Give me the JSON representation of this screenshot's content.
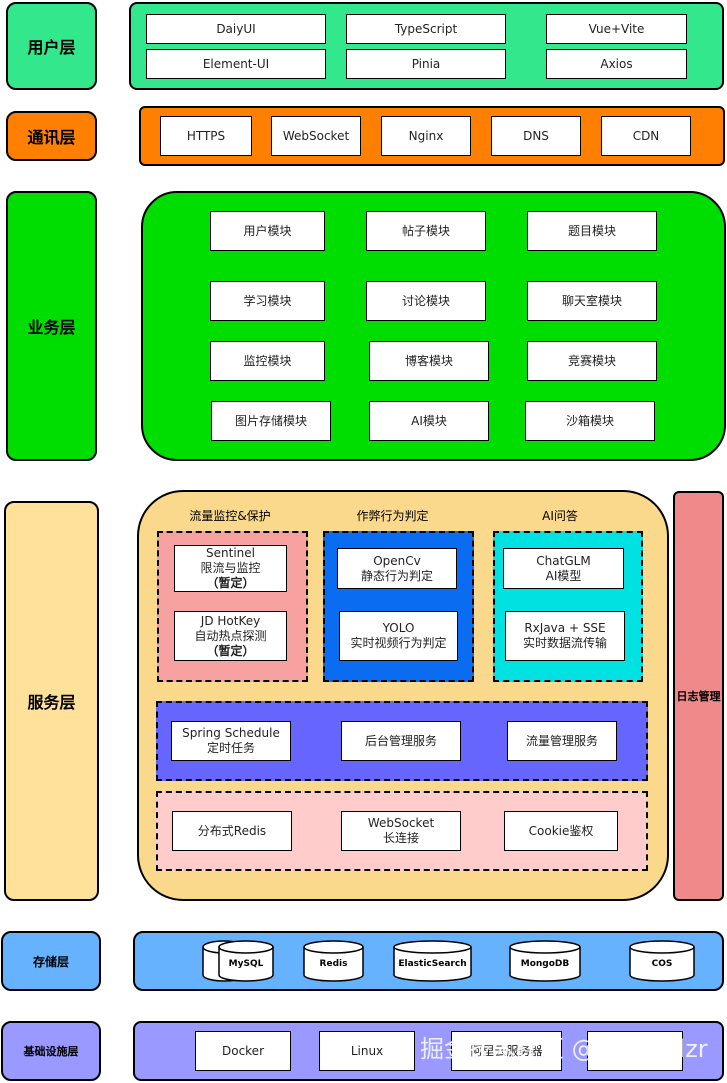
{
  "layers": {
    "user": {
      "label": "用户层",
      "items": [
        "DaiyUI",
        "TypeScript",
        "Vue+Vite",
        "Element-UI",
        "Pinia",
        "Axios"
      ]
    },
    "comm": {
      "label": "通讯层",
      "items": [
        "HTTPS",
        "WebSocket",
        "Nginx",
        "DNS",
        "CDN"
      ]
    },
    "business": {
      "label": "业务层",
      "items": [
        "用户模块",
        "帖子模块",
        "题目模块",
        "学习模块",
        "讨论模块",
        "聊天室模块",
        "监控模块",
        "博客模块",
        "竞赛模块",
        "图片存储模块",
        "AI模块",
        "沙箱模块"
      ]
    },
    "service": {
      "label": "服务层",
      "side_label": "日志管理",
      "groups": {
        "traffic": {
          "title": "流量监控&保护",
          "items": [
            [
              "Sentinel",
              "限流与监控",
              "（暂定）"
            ],
            [
              "JD HotKey",
              "自动热点探测",
              "（暂定）"
            ]
          ]
        },
        "cheat": {
          "title": "作弊行为判定",
          "items": [
            [
              "OpenCv",
              "静态行为判定"
            ],
            [
              "YOLO",
              "实时视频行为判定"
            ]
          ]
        },
        "ai": {
          "title": "AI问答",
          "items": [
            [
              "ChatGLM",
              "AI模型"
            ],
            [
              "RxJava + SSE",
              "实时数据流传输"
            ]
          ]
        }
      },
      "row1": [
        [
          "Spring Schedule",
          "定时任务"
        ],
        [
          "后台管理服务"
        ],
        [
          "流量管理服务"
        ]
      ],
      "row2": [
        [
          "分布式Redis"
        ],
        [
          "WebSocket",
          "长连接"
        ],
        [
          "Cookie鉴权"
        ]
      ]
    },
    "storage": {
      "label": "存储层",
      "items": [
        "MySQL",
        "Redis",
        "ElasticSearch",
        "MongoDB",
        "COS"
      ]
    },
    "infra": {
      "label": "基础设施层",
      "items": [
        "Docker",
        "Linux",
        "阿里云服务器"
      ]
    }
  },
  "watermark": "掘金技术社区 @ mogullzr",
  "colors": {
    "user": "#33e88c",
    "comm": "#ff8000",
    "business": "#00dd00",
    "service": "#ffe19a",
    "service_inner": "#fbd98c",
    "log": "#f08a8a",
    "traffic": "#f7a1a1",
    "cheat": "#0a6cf0",
    "ai": "#00e1e1",
    "row1": "#6666ff",
    "row2": "#ffcccc",
    "storage": "#66b2ff",
    "infra": "#9999ff"
  }
}
